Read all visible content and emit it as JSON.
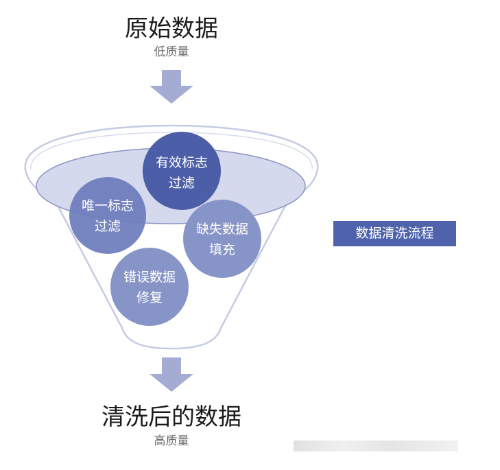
{
  "input": {
    "title": "原始数据",
    "subtitle": "低质量"
  },
  "steps": [
    {
      "line1": "有效标志",
      "line2": "过滤"
    },
    {
      "line1": "唯一标志",
      "line2": "过滤"
    },
    {
      "line1": "缺失数据",
      "line2": "填充"
    },
    {
      "line1": "错误数据",
      "line2": "修复"
    }
  ],
  "output": {
    "title": "清洗后的数据",
    "subtitle": "高质量"
  },
  "process_label": "数据清洗流程",
  "colors": {
    "arrow": "#a5acd3",
    "funnel_rim": "#c6cbe5",
    "funnel_top": "#d3d7ec",
    "circle_dark": "#4d5ea8",
    "circle_mid": "#6b7cbc",
    "circle_light": "#8794c8",
    "badge": "#4f63ad"
  }
}
